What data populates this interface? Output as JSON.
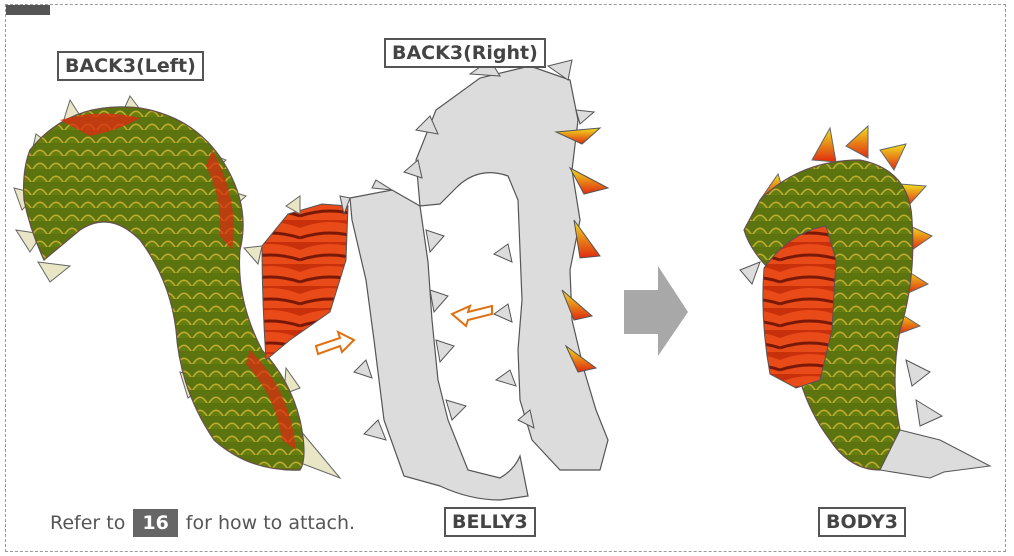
{
  "labels": {
    "back3_left": "BACK3(Left)",
    "back3_right": "BACK3(Right)",
    "belly3": "BELLY3",
    "body3": "BODY3"
  },
  "instruction": {
    "prefix": "Refer to",
    "step_number": "16",
    "suffix": "for how to attach."
  },
  "colors": {
    "scale_green": "#3c9a12",
    "scale_red": "#e02a10",
    "spike_yellow": "#f0e020",
    "paper_gray": "#dcdcdc",
    "arrow_gray": "#a8a8a8",
    "guide_orange": "#e07010"
  }
}
